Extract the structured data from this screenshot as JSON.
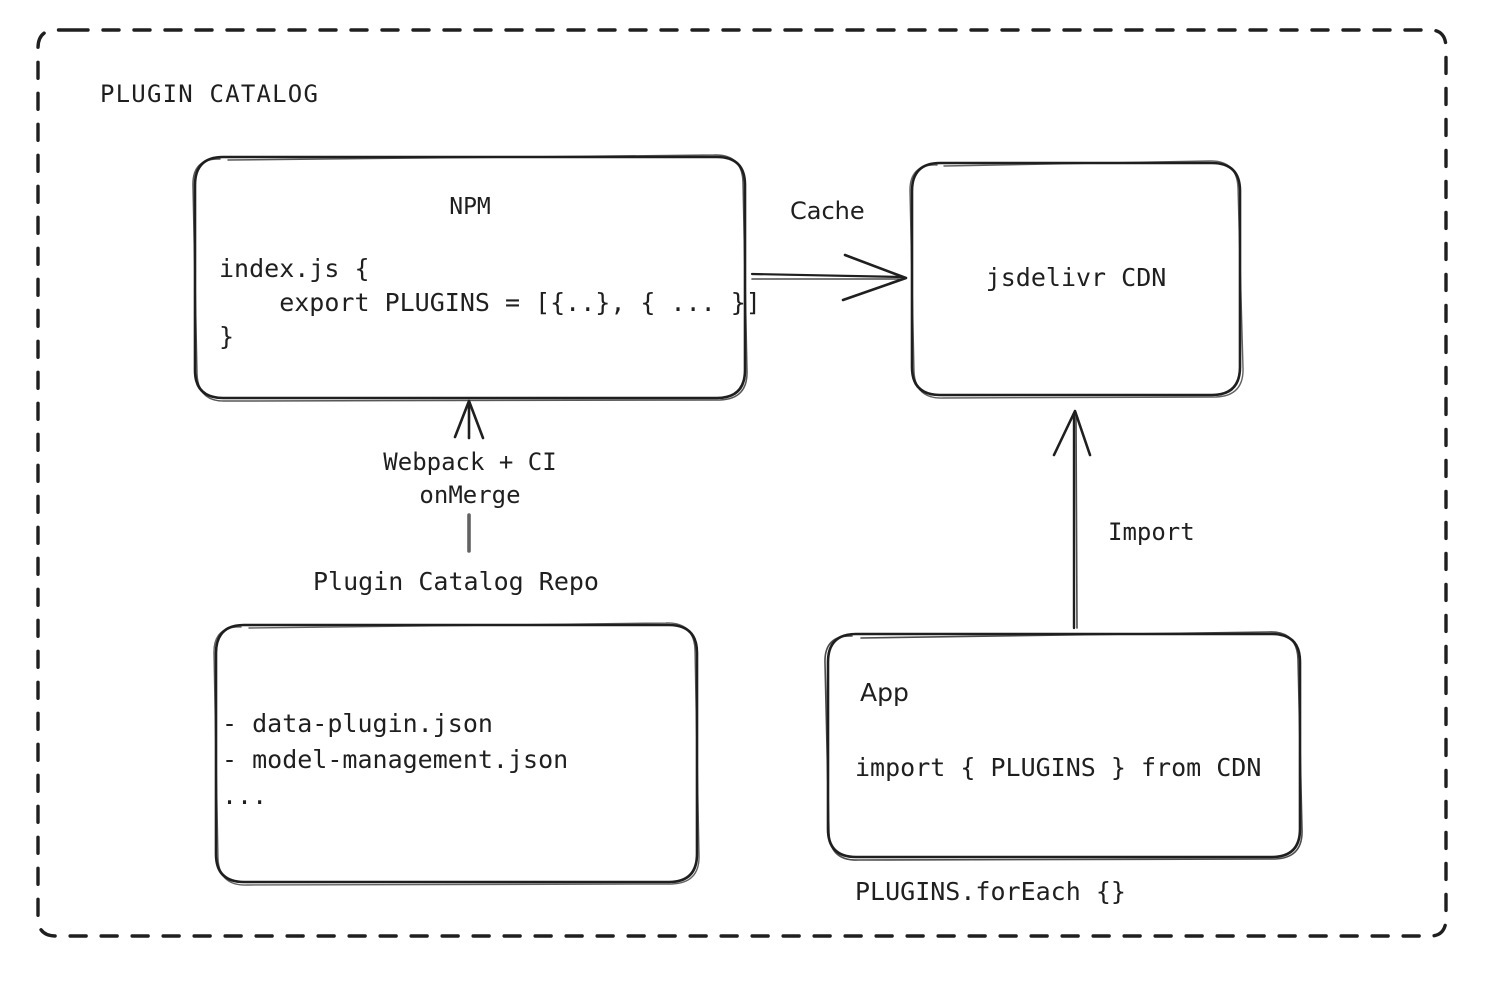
{
  "diagram": {
    "title": "PLUGIN CATALOG",
    "background": "#ffffff",
    "stroke_color": "#1f1f1f",
    "style": "hand-drawn"
  },
  "nodes": {
    "npm": {
      "title": "NPM",
      "code": "index.js {\n    export PLUGINS = [{..}, { ... }]\n}"
    },
    "cdn": {
      "label": "jsdelivr CDN"
    },
    "repo": {
      "title": "Plugin Catalog Repo",
      "code": "- data-plugin.json\n- model-management.json\n..."
    },
    "app": {
      "title": "App",
      "code": "import { PLUGINS } from CDN\n\nPLUGINS.forEach {}"
    }
  },
  "edges": {
    "npm_to_cdn": {
      "label": "Cache",
      "from": "npm",
      "to": "cdn",
      "direction": "right"
    },
    "repo_to_npm": {
      "label": "Webpack + CI\nonMerge",
      "from": "repo",
      "to": "npm",
      "direction": "up"
    },
    "app_to_cdn": {
      "label": "Import",
      "from": "app",
      "to": "cdn",
      "direction": "up"
    }
  }
}
